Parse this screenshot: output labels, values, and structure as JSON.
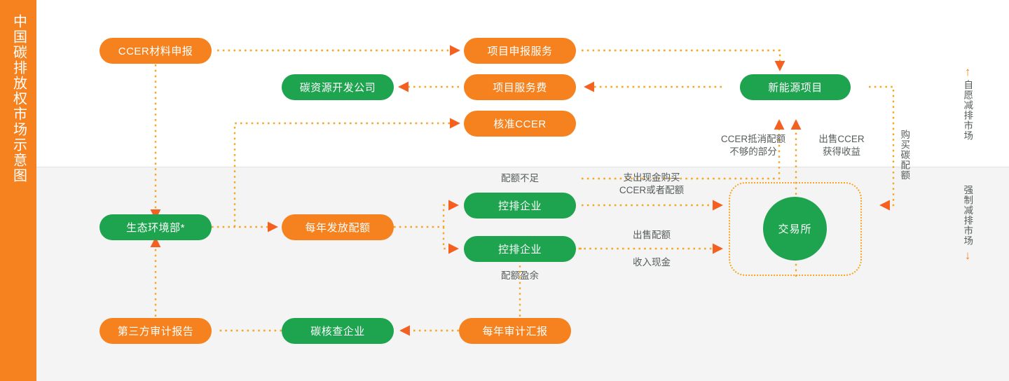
{
  "title_bar": {
    "text": "中国碳排放权市场示意图"
  },
  "colors": {
    "orange": "#f5821f",
    "green": "#1ea34f",
    "dash": "#f5a623",
    "label_text": "#555c5a",
    "band_bottom": "#f4f4f4"
  },
  "nodes": [
    {
      "id": "ccer-apply",
      "label": "CCER材料申报",
      "style": "orange"
    },
    {
      "id": "project-apply-svc",
      "label": "项目申报服务",
      "style": "orange"
    },
    {
      "id": "carbon-dev-co",
      "label": "碳资源开发公司",
      "style": "green"
    },
    {
      "id": "project-fee",
      "label": "项目服务费",
      "style": "orange"
    },
    {
      "id": "approved-ccer",
      "label": "核准CCER",
      "style": "orange"
    },
    {
      "id": "new-energy",
      "label": "新能源项目",
      "style": "green"
    },
    {
      "id": "moee",
      "label": "生态环境部*",
      "style": "green"
    },
    {
      "id": "annual-quota",
      "label": "每年发放配额",
      "style": "orange"
    },
    {
      "id": "controlled-ent-1",
      "label": "控排企业",
      "style": "green"
    },
    {
      "id": "controlled-ent-2",
      "label": "控排企业",
      "style": "green"
    },
    {
      "id": "exchange",
      "label": "交易所",
      "style": "green-circle"
    },
    {
      "id": "third-party-audit",
      "label": "第三方审计报告",
      "style": "orange"
    },
    {
      "id": "verify-co",
      "label": "碳核查企业",
      "style": "green"
    },
    {
      "id": "annual-audit",
      "label": "每年审计汇报",
      "style": "orange"
    }
  ],
  "edge_labels": {
    "ccer_offset_shortfall": "CCER抵消配额\n不够的部分",
    "sell_ccer_gain": "出售CCER\n获得收益",
    "buy_carbon_quota": "购买碳配额",
    "quota_shortage": "配额不足",
    "quota_surplus": "配额盈余",
    "pay_cash_buy": "支出现金购买\nCCER或者配额",
    "sell_quota": "出售配额",
    "receive_cash": "收入现金"
  },
  "market_labels": {
    "voluntary": "自愿减排市场",
    "voluntary_arrow": "↑",
    "mandatory": "强制减排市场",
    "mandatory_arrow": "↓"
  }
}
